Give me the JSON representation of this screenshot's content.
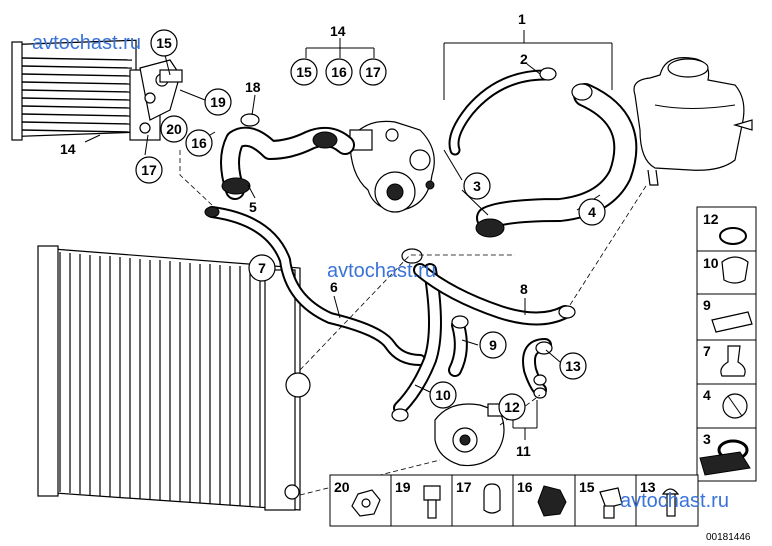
{
  "watermarks": [
    "avtochast.ru",
    "avtochast.ru",
    "avtochast.ru"
  ],
  "labels": {
    "p1": "1",
    "p2": "2",
    "p4": "4",
    "p5": "5",
    "p6": "6",
    "p8": "8",
    "p11": "11",
    "p14_top": "14",
    "p14_left": "14",
    "p18": "18"
  },
  "callouts": {
    "c15_top": "15",
    "c15_grp": "15",
    "c16_grp": "16",
    "c17_grp": "17",
    "c19": "19",
    "c20": "20",
    "c16": "16",
    "c17": "17",
    "c3": "3",
    "c4": "4",
    "c7": "7",
    "c9": "9",
    "c10": "10",
    "c12": "12",
    "c13": "13"
  },
  "legend_right": [
    "12",
    "10",
    "9",
    "7",
    "4",
    "3"
  ],
  "legend_bottom": [
    "20",
    "19",
    "17",
    "16",
    "15",
    "13"
  ],
  "diagram_code": "00181446"
}
